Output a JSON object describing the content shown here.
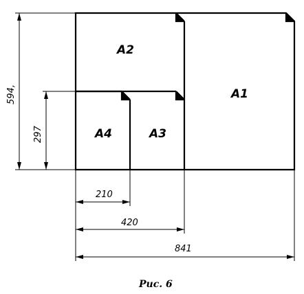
{
  "sheets": {
    "a1": "A1",
    "a2": "A2",
    "a3": "A3",
    "a4": "A4"
  },
  "dimensions": {
    "height_594": "594,",
    "height_297": "297",
    "width_210": "210",
    "width_420": "420",
    "width_841": "841"
  },
  "caption": "Рис. 6"
}
